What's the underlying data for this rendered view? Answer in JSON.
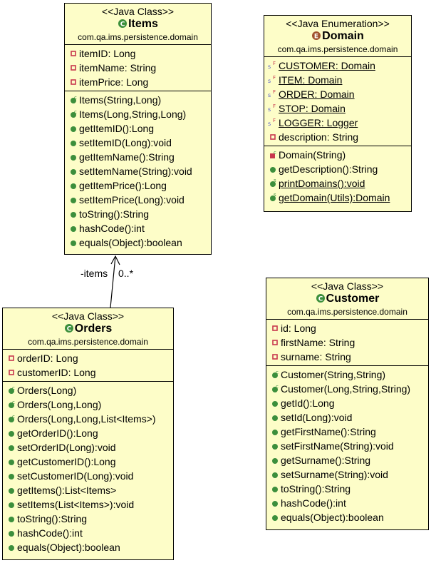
{
  "diagram": {
    "colors": {
      "box_fill": "#fdfdc8",
      "private_icon": "#c8374d",
      "public_icon": "#3c8f3c",
      "class_icon": "#3c8f3c",
      "enum_icon": "#a0522d"
    },
    "association": {
      "role": "-items",
      "multiplicity": "0..*"
    },
    "classes": [
      {
        "key": "items",
        "stereotype": "<<Java Class>>",
        "kind": "class",
        "name": "Items",
        "package": "com.qa.ims.persistence.domain",
        "fields": [
          {
            "text": "itemID: Long",
            "vis": "private"
          },
          {
            "text": "itemName: String",
            "vis": "private"
          },
          {
            "text": "itemPrice: Long",
            "vis": "private"
          }
        ],
        "methods": [
          {
            "text": "Items(String,Long)",
            "vis": "constructor"
          },
          {
            "text": "Items(Long,String,Long)",
            "vis": "constructor"
          },
          {
            "text": "getItemID():Long",
            "vis": "public"
          },
          {
            "text": "setItemID(Long):void",
            "vis": "public"
          },
          {
            "text": "getItemName():String",
            "vis": "public"
          },
          {
            "text": "setItemName(String):void",
            "vis": "public"
          },
          {
            "text": "getItemPrice():Long",
            "vis": "public"
          },
          {
            "text": "setItemPrice(Long):void",
            "vis": "public"
          },
          {
            "text": "toString():String",
            "vis": "public"
          },
          {
            "text": "hashCode():int",
            "vis": "public"
          },
          {
            "text": "equals(Object):boolean",
            "vis": "public"
          }
        ]
      },
      {
        "key": "domain",
        "stereotype": "<<Java Enumeration>>",
        "kind": "enum",
        "name": "Domain",
        "package": "com.qa.ims.persistence.domain",
        "fields": [
          {
            "text": "CUSTOMER: Domain",
            "vis": "static-final",
            "underline": true
          },
          {
            "text": "ITEM: Domain",
            "vis": "static-final",
            "underline": true
          },
          {
            "text": "ORDER: Domain",
            "vis": "static-final",
            "underline": true
          },
          {
            "text": "STOP: Domain",
            "vis": "static-final",
            "underline": true
          },
          {
            "text": "LOGGER: Logger",
            "vis": "static-final",
            "underline": true
          },
          {
            "text": "description: String",
            "vis": "private"
          }
        ],
        "methods": [
          {
            "text": "Domain(String)",
            "vis": "private-constructor"
          },
          {
            "text": "getDescription():String",
            "vis": "public"
          },
          {
            "text": "printDomains():void",
            "vis": "static",
            "underline": true
          },
          {
            "text": "getDomain(Utils):Domain",
            "vis": "static",
            "underline": true
          }
        ]
      },
      {
        "key": "orders",
        "stereotype": "<<Java Class>>",
        "kind": "class",
        "name": "Orders",
        "package": "com.qa.ims.persistence.domain",
        "fields": [
          {
            "text": "orderID: Long",
            "vis": "private"
          },
          {
            "text": "customerID: Long",
            "vis": "private"
          }
        ],
        "methods": [
          {
            "text": "Orders(Long)",
            "vis": "constructor"
          },
          {
            "text": "Orders(Long,Long)",
            "vis": "constructor"
          },
          {
            "text": "Orders(Long,Long,List<Items>)",
            "vis": "constructor"
          },
          {
            "text": "getOrderID():Long",
            "vis": "public"
          },
          {
            "text": "setOrderID(Long):void",
            "vis": "public"
          },
          {
            "text": "getCustomerID():Long",
            "vis": "public"
          },
          {
            "text": "setCustomerID(Long):void",
            "vis": "public"
          },
          {
            "text": "getItems():List<Items>",
            "vis": "public"
          },
          {
            "text": "setItems(List<Items>):void",
            "vis": "public"
          },
          {
            "text": "toString():String",
            "vis": "public"
          },
          {
            "text": "hashCode():int",
            "vis": "public"
          },
          {
            "text": "equals(Object):boolean",
            "vis": "public"
          }
        ]
      },
      {
        "key": "customer",
        "stereotype": "<<Java Class>>",
        "kind": "class",
        "name": "Customer",
        "package": "com.qa.ims.persistence.domain",
        "fields": [
          {
            "text": "id: Long",
            "vis": "private"
          },
          {
            "text": "firstName: String",
            "vis": "private"
          },
          {
            "text": "surname: String",
            "vis": "private"
          }
        ],
        "methods": [
          {
            "text": "Customer(String,String)",
            "vis": "constructor"
          },
          {
            "text": "Customer(Long,String,String)",
            "vis": "constructor"
          },
          {
            "text": "getId():Long",
            "vis": "public"
          },
          {
            "text": "setId(Long):void",
            "vis": "public"
          },
          {
            "text": "getFirstName():String",
            "vis": "public"
          },
          {
            "text": "setFirstName(String):void",
            "vis": "public"
          },
          {
            "text": "getSurname():String",
            "vis": "public"
          },
          {
            "text": "setSurname(String):void",
            "vis": "public"
          },
          {
            "text": "toString():String",
            "vis": "public"
          },
          {
            "text": "hashCode():int",
            "vis": "public"
          },
          {
            "text": "equals(Object):boolean",
            "vis": "public"
          }
        ]
      }
    ]
  }
}
